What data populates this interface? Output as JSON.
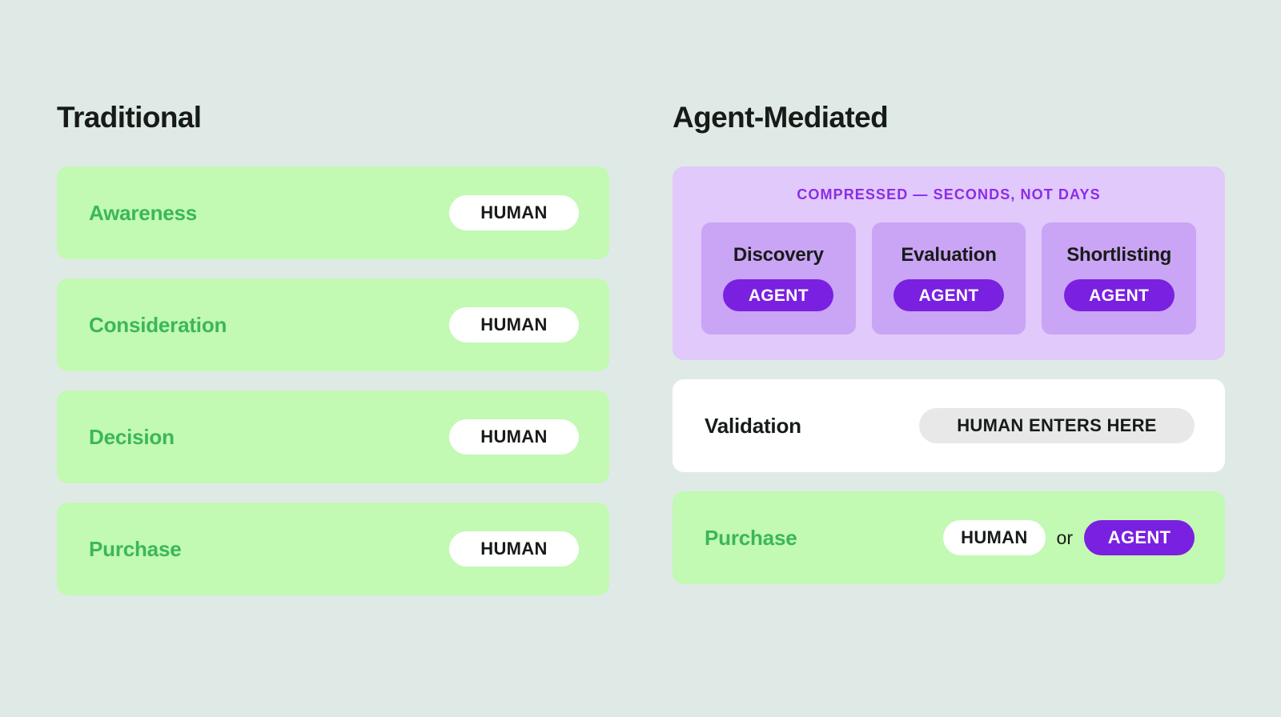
{
  "theme": {
    "page_background": "#dfeae6",
    "green_card": "#c2f9b3",
    "green_text": "#3bb757",
    "purple_panel": "#e1c9fb",
    "purple_step": "#caa4f5",
    "purple_accent": "#7a20e0",
    "purple_caption_text": "#8c2ce8",
    "grey_pill": "#e7e8e7",
    "white_card": "#ffffff",
    "dark_text": "#171b18"
  },
  "left_column": {
    "title": "Traditional",
    "rows": [
      {
        "label": "Awareness",
        "actor": "HUMAN"
      },
      {
        "label": "Consideration",
        "actor": "HUMAN"
      },
      {
        "label": "Decision",
        "actor": "HUMAN"
      },
      {
        "label": "Purchase",
        "actor": "HUMAN"
      }
    ]
  },
  "right_column": {
    "title": "Agent-Mediated",
    "compressed_panel": {
      "caption": "COMPRESSED — SECONDS, NOT DAYS",
      "steps": [
        {
          "title": "Discovery",
          "actor": "AGENT"
        },
        {
          "title": "Evaluation",
          "actor": "AGENT"
        },
        {
          "title": "Shortlisting",
          "actor": "AGENT"
        }
      ]
    },
    "validation_row": {
      "label": "Validation",
      "actor": "HUMAN ENTERS HERE"
    },
    "purchase_row": {
      "label": "Purchase",
      "actor_primary": "HUMAN",
      "conjunction": "or",
      "actor_secondary": "AGENT"
    }
  }
}
